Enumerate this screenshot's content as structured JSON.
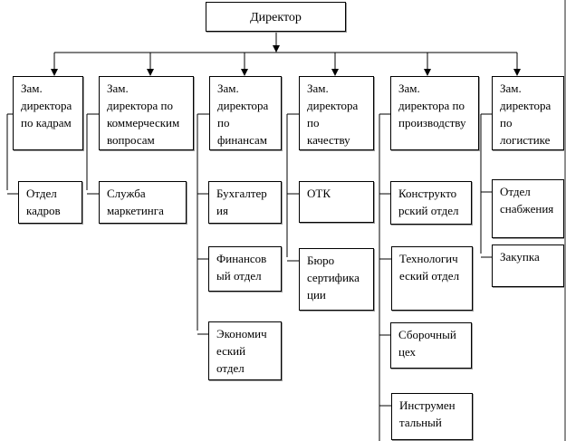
{
  "chart_data": {
    "type": "org-chart",
    "root": {
      "label": "Директор",
      "children": [
        {
          "label": "Зам.\nдиректора\nпо кадрам",
          "children": [
            "Отдел\nкадров"
          ]
        },
        {
          "label": "Зам.\nдиректора по\nкоммерческим\nвопросам",
          "children": [
            "Служба\nмаркетинга"
          ]
        },
        {
          "label": "Зам.\nдиректора\nпо\nфинансам",
          "children": [
            "Бухгалтер\nия",
            "Финансов\nый отдел",
            "Экономич\nеский\nотдел"
          ]
        },
        {
          "label": "Зам.\nдиректора\nпо\nкачеству",
          "children": [
            "ОТК",
            "Бюро\nсертифика\nции"
          ]
        },
        {
          "label": "Зам.\nдиректора по\nпроизводству",
          "children": [
            "Конструкто\nрский отдел",
            "Технологич\nеский отдел",
            "Сборочный\nцех",
            "Инструмен\nтальный"
          ]
        },
        {
          "label": "Зам.\nдиректора\nпо\nлогистике",
          "children": [
            "Отдел\nснабжения",
            "Закупка"
          ]
        }
      ]
    }
  },
  "director": "Директор",
  "deputies": [
    "Зам.\nдиректора\nпо кадрам",
    "Зам.\nдиректора по\nкоммерческим\nвопросам",
    "Зам.\nдиректора\nпо\nфинансам",
    "Зам.\nдиректора\nпо\nкачеству",
    "Зам.\nдиректора по\nпроизводству",
    "Зам.\nдиректора\nпо\nлогистике"
  ],
  "departments": {
    "hr": [
      "Отдел\nкадров"
    ],
    "commerce": [
      "Служба\nмаркетинга"
    ],
    "finance": [
      "Бухгалтер\nия",
      "Финансов\nый отдел",
      "Экономич\nеский\nотдел"
    ],
    "quality": [
      "ОТК",
      "Бюро\nсертифика\nции"
    ],
    "production": [
      "Конструкто\nрский отдел",
      "Технологич\nеский отдел",
      "Сборочный\nцех",
      "Инструмен\nтальный"
    ],
    "logistics": [
      "Отдел\nснабжения",
      "Закупка"
    ]
  }
}
